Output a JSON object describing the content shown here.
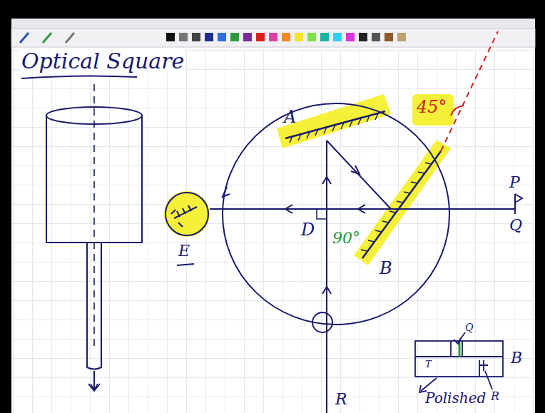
{
  "diagram": {
    "title": "Optical Square",
    "labels": [
      "A",
      "45°",
      "P",
      "Q",
      "D",
      "90°",
      "E",
      "B",
      "Q",
      "B",
      "T",
      "Polished",
      "R",
      "R"
    ]
  }
}
